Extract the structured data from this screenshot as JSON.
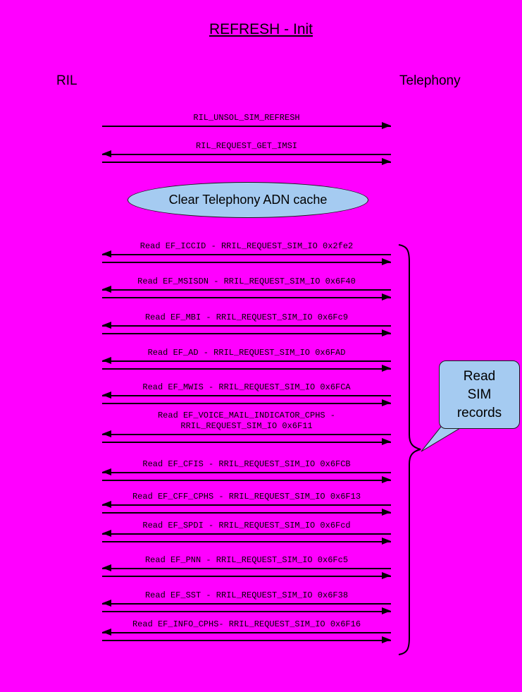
{
  "title": "REFRESH - Init",
  "actors": {
    "left": "RIL",
    "right": "Telephony"
  },
  "note_ellipse": {
    "text": "Clear Telephony ADN cache"
  },
  "messages": [
    {
      "label": "RIL_UNSOL_SIM_REFRESH",
      "direction": "right"
    },
    {
      "label": "RIL_REQUEST_GET_IMSI",
      "direction": "both"
    },
    {
      "label": "Read EF_ICCID - RRIL_REQUEST_SIM_IO 0x2fe2",
      "direction": "both"
    },
    {
      "label": "Read EF_MSISDN - RRIL_REQUEST_SIM_IO 0x6F40",
      "direction": "both"
    },
    {
      "label": "Read EF_MBI - RRIL_REQUEST_SIM_IO 0x6Fc9",
      "direction": "both"
    },
    {
      "label": "Read EF_AD - RRIL_REQUEST_SIM_IO 0x6FAD",
      "direction": "both"
    },
    {
      "label": "Read EF_MWIS - RRIL_REQUEST_SIM_IO 0x6FCA",
      "direction": "both"
    },
    {
      "label": "Read EF_VOICE_MAIL_INDICATOR_CPHS -\nRRIL_REQUEST_SIM_IO 0x6F11",
      "direction": "both"
    },
    {
      "label": "Read EF_CFIS - RRIL_REQUEST_SIM_IO 0x6FCB",
      "direction": "both"
    },
    {
      "label": "Read EF_CFF_CPHS - RRIL_REQUEST_SIM_IO 0x6F13",
      "direction": "both"
    },
    {
      "label": "Read EF_SPDI - RRIL_REQUEST_SIM_IO 0x6Fcd",
      "direction": "both"
    },
    {
      "label": "Read EF_PNN - RRIL_REQUEST_SIM_IO 0x6Fc5",
      "direction": "both"
    },
    {
      "label": "Read EF_SST - RRIL_REQUEST_SIM_IO 0x6F38",
      "direction": "both"
    },
    {
      "label": "Read EF_INFO_CPHS- RRIL_REQUEST_SIM_IO 0x6F16",
      "direction": "both"
    }
  ],
  "group_callout": {
    "text": "Read\nSIM\nrecords"
  },
  "colors": {
    "background": "#FF00FF",
    "shape_fill": "#A5CBF1",
    "line": "#000000"
  }
}
